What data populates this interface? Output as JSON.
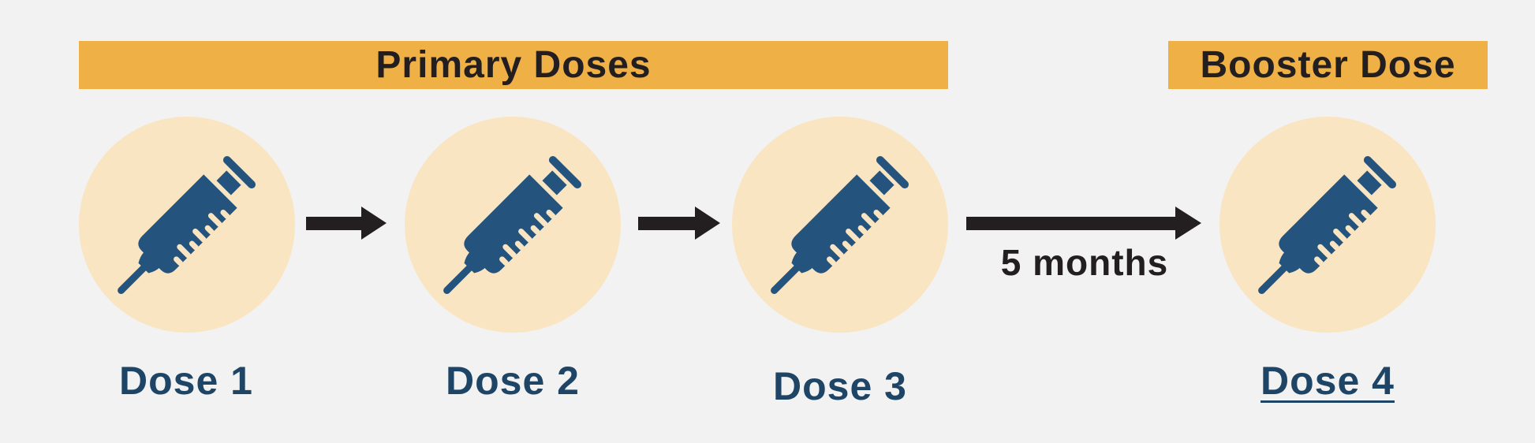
{
  "banners": {
    "primary": "Primary Doses",
    "booster": "Booster Dose"
  },
  "interval": "5 months",
  "doses": [
    {
      "label": "Dose 1",
      "icon": "syringe-icon"
    },
    {
      "label": "Dose 2",
      "icon": "syringe-icon"
    },
    {
      "label": "Dose 3",
      "icon": "syringe-icon"
    },
    {
      "label": "Dose 4",
      "icon": "syringe-icon"
    }
  ],
  "colors": {
    "banner": "#efb045",
    "circle": "#fae5c3",
    "syringe": "#24547e",
    "dose_text": "#1f4566",
    "arrow": "#231f20",
    "background": "#f2f2f2"
  }
}
